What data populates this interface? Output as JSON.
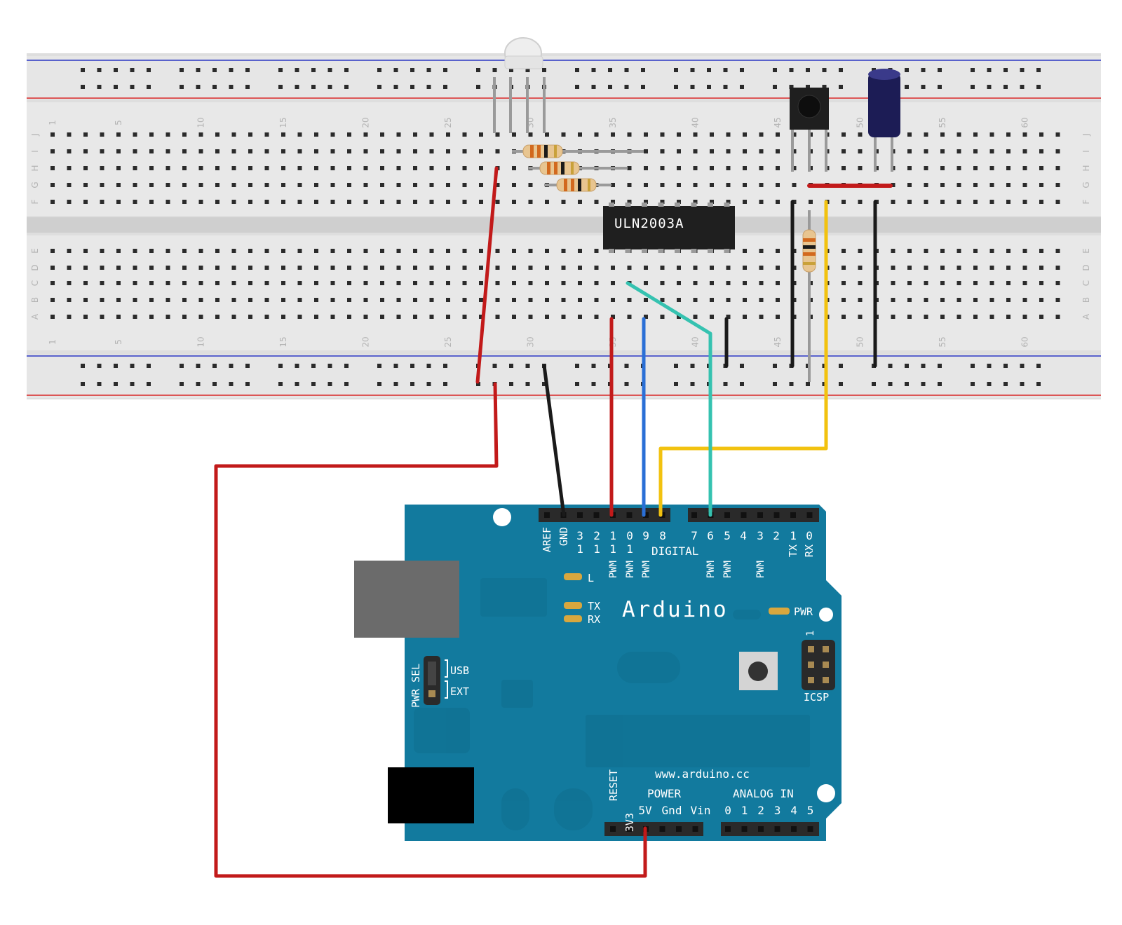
{
  "breadboard": {
    "row_letters_top": [
      "J",
      "I",
      "H",
      "G",
      "F"
    ],
    "row_letters_bottom": [
      "E",
      "D",
      "C",
      "B",
      "A"
    ],
    "column_numbers": [
      "1",
      "5",
      "10",
      "15",
      "20",
      "25",
      "30",
      "35",
      "40",
      "45",
      "50",
      "55",
      "60"
    ]
  },
  "components": {
    "ic_label": "ULN2003A"
  },
  "arduino": {
    "title": "Arduino",
    "url": "www.arduino.cc",
    "digital_pins": [
      "AREF",
      "GND",
      "13",
      "12",
      "11",
      "10",
      "9",
      "8",
      "7",
      "6",
      "5",
      "4",
      "3",
      "2",
      "1",
      "0"
    ],
    "digital_label": "DIGITAL",
    "pwm_label": "PWM",
    "tx_pin": "TX",
    "rx_pin": "RX",
    "led_l": "L",
    "led_tx": "TX",
    "led_rx": "RX",
    "pwr_led": "PWR",
    "pwr_sel": "PWR SEL",
    "usb": "USB",
    "ext": "EXT",
    "icsp": "ICSP",
    "icsp_pin1": "1",
    "power_label": "POWER",
    "analog_label": "ANALOG IN",
    "power_pins": [
      "RESET",
      "3V3",
      "5V",
      "Gnd",
      "Vin"
    ],
    "analog_pins": [
      "0",
      "1",
      "2",
      "3",
      "4",
      "5"
    ]
  },
  "colors": {
    "board_blue": "#127a9e",
    "breadboard": "#dedede",
    "rail_red": "#d92626",
    "rail_blue": "#2a36c4",
    "wire_red": "#c21a1a",
    "wire_black": "#1a1a1a",
    "wire_blue": "#2a6fd6",
    "wire_yellow": "#f2c20f",
    "wire_cyan": "#35c2b0"
  }
}
